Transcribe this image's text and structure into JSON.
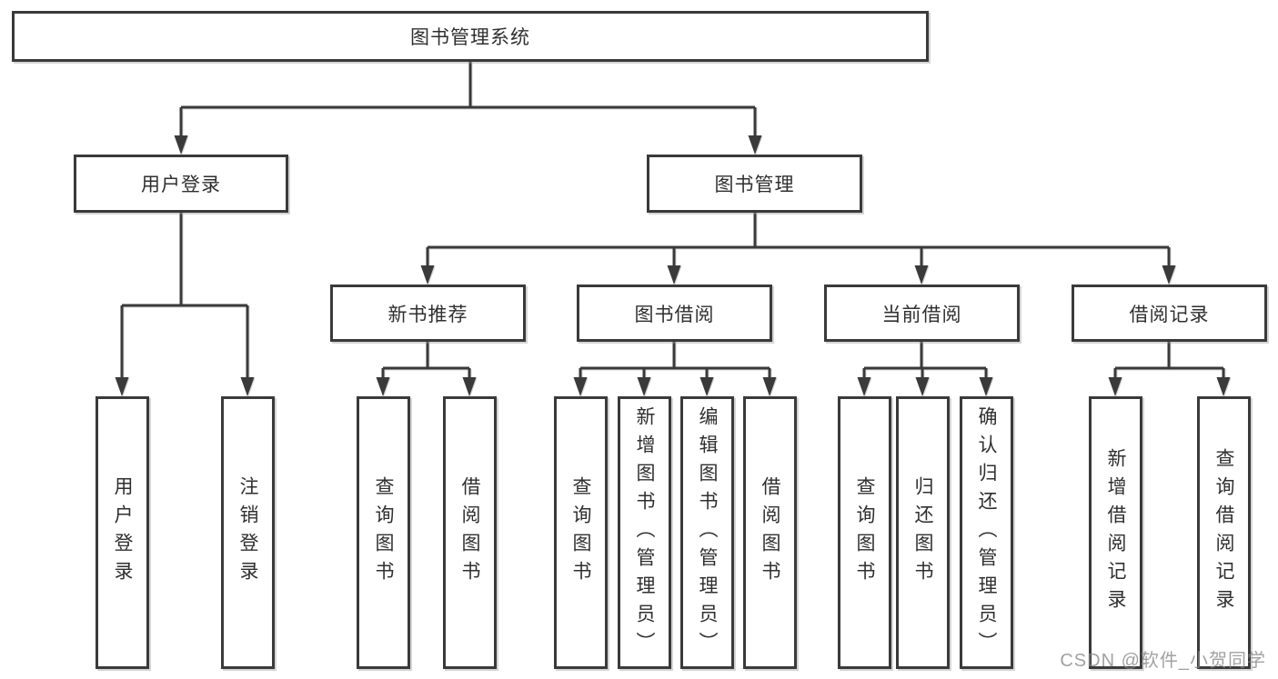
{
  "diagram": {
    "watermark": "CSDN @软件_小贺同学",
    "colors": {
      "line": "#3a3a3a",
      "box_border": "#3a3a3a",
      "text": "#2f2f2f",
      "watermark": "#878787",
      "background": "#ffffff"
    },
    "tree": {
      "label": "图书管理系统",
      "children": [
        {
          "label": "用户登录",
          "children": [
            {
              "label": "用户登录"
            },
            {
              "label": "注销登录"
            }
          ]
        },
        {
          "label": "图书管理",
          "children": [
            {
              "label": "新书推荐",
              "children": [
                {
                  "label": "查询图书"
                },
                {
                  "label": "借阅图书"
                }
              ]
            },
            {
              "label": "图书借阅",
              "children": [
                {
                  "label": "查询图书"
                },
                {
                  "label": "新增图书（管理员）"
                },
                {
                  "label": "编辑图书（管理员）"
                },
                {
                  "label": "借阅图书"
                }
              ]
            },
            {
              "label": "当前借阅",
              "children": [
                {
                  "label": "查询图书"
                },
                {
                  "label": "归还图书"
                },
                {
                  "label": "确认归还（管理员）"
                }
              ]
            },
            {
              "label": "借阅记录",
              "children": [
                {
                  "label": "新增借阅记录"
                },
                {
                  "label": "查询借阅记录"
                }
              ]
            }
          ]
        }
      ]
    }
  }
}
